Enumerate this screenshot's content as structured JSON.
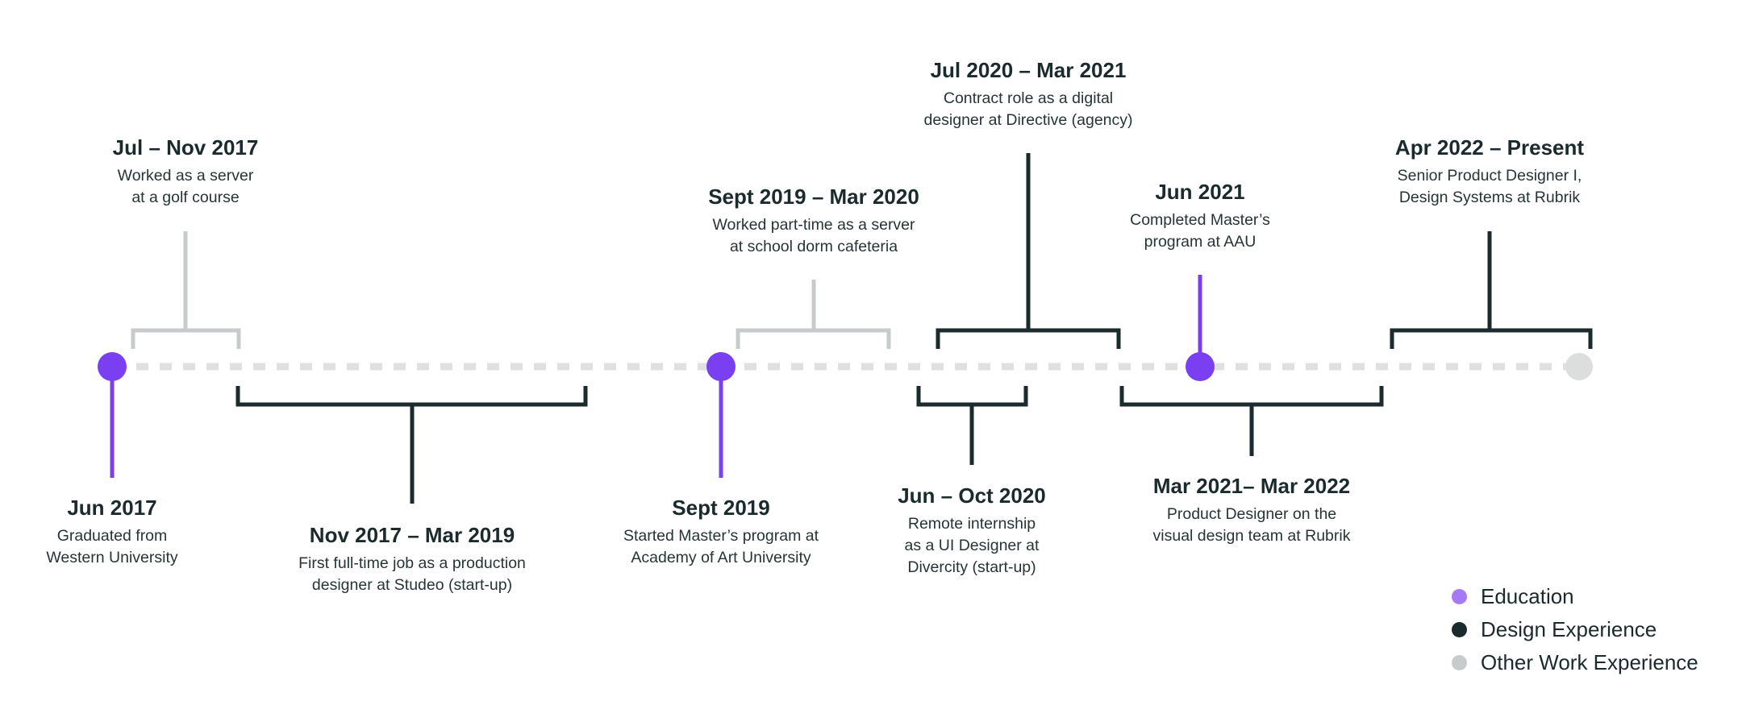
{
  "colors": {
    "education": "#7b3ff2",
    "education_legend": "#a57af7",
    "design": "#1b2a2c",
    "other": "#c8cbcb",
    "axis": "#dfe1e1",
    "end_marker": "#dcdedd"
  },
  "events": [
    {
      "id": "jun-2017",
      "category": "education",
      "title": "Jun 2017",
      "description": [
        "Graduated from",
        "Western University"
      ]
    },
    {
      "id": "jul-nov-2017",
      "category": "other",
      "title": "Jul – Nov 2017",
      "description": [
        "Worked as a server",
        "at a golf course"
      ]
    },
    {
      "id": "nov-2017-mar-2019",
      "category": "design",
      "title": "Nov 2017 – Mar 2019",
      "description": [
        "First full-time job as a production",
        "designer at Studeo (start-up)"
      ]
    },
    {
      "id": "sept-2019",
      "category": "education",
      "title": "Sept 2019",
      "description": [
        "Started Master’s program at",
        "Academy of Art University"
      ]
    },
    {
      "id": "sept-2019-mar-2020",
      "category": "other",
      "title": "Sept 2019 – Mar 2020",
      "description": [
        "Worked part-time as a server",
        "at school dorm cafeteria"
      ]
    },
    {
      "id": "jun-oct-2020",
      "category": "design",
      "title": "Jun – Oct 2020",
      "description": [
        "Remote internship",
        "as a UI Designer at",
        "Divercity (start-up)"
      ]
    },
    {
      "id": "jul-2020-mar-2021",
      "category": "design",
      "title": "Jul 2020 – Mar 2021",
      "description": [
        "Contract role as a digital",
        "designer at Directive (agency)"
      ]
    },
    {
      "id": "jun-2021",
      "category": "education",
      "title": "Jun 2021",
      "description": [
        "Completed Master’s",
        "program at AAU"
      ]
    },
    {
      "id": "mar-2021-mar-2022",
      "category": "design",
      "title": "Mar 2021– Mar 2022",
      "description": [
        "Product Designer on the",
        "visual design team at Rubrik"
      ]
    },
    {
      "id": "apr-2022-present",
      "category": "design",
      "title": "Apr 2022 – Present",
      "description": [
        "Senior Product Designer I,",
        "Design Systems at Rubrik"
      ]
    }
  ],
  "legend": [
    {
      "label": "Education",
      "color": "#a57af7"
    },
    {
      "label": "Design Experience",
      "color": "#1b2a2c"
    },
    {
      "label": "Other Work Experience",
      "color": "#c8cbcb"
    }
  ]
}
